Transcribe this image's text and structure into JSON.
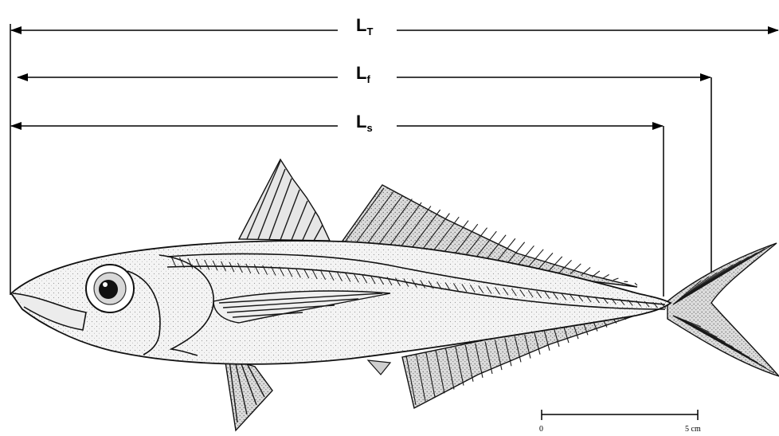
{
  "measurements": {
    "total_length": {
      "main": "L",
      "sub": "T"
    },
    "fork_length": {
      "main": "L",
      "sub": "f"
    },
    "standard_length": {
      "main": "L",
      "sub": "s"
    }
  },
  "scale_bar": {
    "start_label": "0",
    "end_label": "5 cm"
  },
  "colors": {
    "line": "#000000",
    "fish_fill": "#f2f2f2",
    "fish_stroke": "#111111"
  }
}
